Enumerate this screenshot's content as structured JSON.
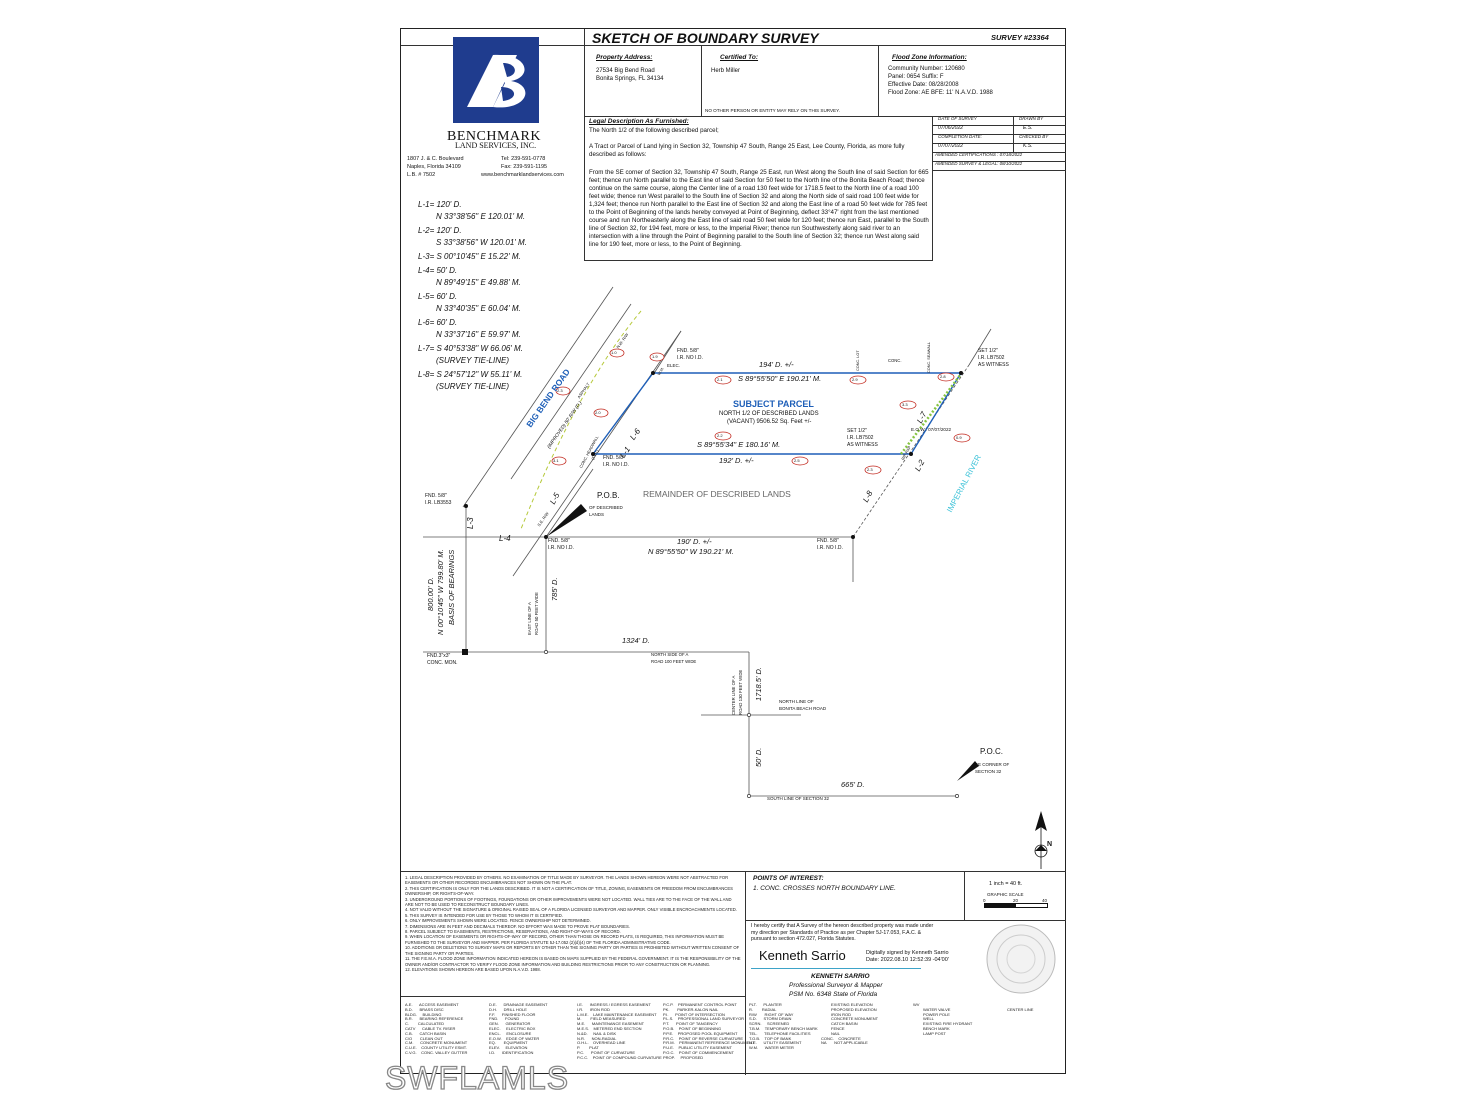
{
  "title": "SKETCH OF BOUNDARY SURVEY",
  "survey_no": "SURVEY #23364",
  "company": {
    "name": "BENCHMARK",
    "sub": "LAND SERVICES, INC.",
    "addr1": "1807 J. & C. Boulevard",
    "addr2": "Naples, Florida 34109",
    "lb": "L.B. # 7502",
    "tel": "Tel: 239-591-0778",
    "fax": "Fax: 239-591-1195",
    "web": "www.benchmarklandservices.com"
  },
  "property": {
    "heading": "Property Address:",
    "line1": "27534 Big Bend Road",
    "line2": "Bonita Springs, FL 34134"
  },
  "certified": {
    "heading": "Certified To:",
    "name": "Herb Miller",
    "note": "NO OTHER PERSON OR ENTITY MAY RELY ON THIS SURVEY."
  },
  "flood": {
    "heading": "Flood Zone Information:",
    "l1": "Community Number: 120680",
    "l2": "Panel: 0654 Suffix: F",
    "l3": "Effective Date: 08/28/2008",
    "l4": "Flood Zone: AE BFE: 11' N.A.V.D. 1988"
  },
  "legal": {
    "heading": "Legal Description As Furnished:",
    "p1": "The North 1/2 of the following described parcel;",
    "p2": "A Tract or Parcel of Land lying in Section 32, Township 47 South, Range 25 East, Lee County, Florida, as more fully described as follows:",
    "p3": "From the SE corner of Section 32, Township 47 South, Range 25 East, run West along the South line of said Section for 665 feet; thence run North parallel to the East line of said Section for 50 feet to the North line of the Bonita Beach Road; thence continue on the same course, along the Center line of a road 130 feet wide for 1718.5 feet to the North line of a road 100 feet wide; thence run West parallel to the South line of Section 32 and along the North side of said road 100 feet wide for 1,324 feet; thence run North parallel to the East line of Section 32 and along the East line of a road 50 feet wide for 785 feet to the Point of Beginning of the lands hereby conveyed at Point of Beginning, deflect 33°47' right from the last mentioned course and run Northeasterly along the East line of said road 50 feet wide for 120 feet; thence run East, parallel to the South line of Section 32, for 194 feet, more or less, to the Imperial River; thence run Southwesterly along said river to an intersection with a line through the Point of Beginning parallel to the South line of Section 32; thence run West along said line for 190 feet, more or less, to the Point of Beginning."
  },
  "dates": {
    "survey_label": "DATE OF SURVEY",
    "survey": "07/06/2022",
    "drawn_label": "DRAWN BY",
    "drawn": "E.S.",
    "completion_label": "COMPLETION DATE:",
    "completion": "07/07/2022",
    "checked_label": "CHECKED BY",
    "checked": "K.S.",
    "amended_cert": "AMENDED CERTIFICATIONS : 07/18/2022",
    "amended_survey": "AMENDED SURVEY & LEGAL: 08/10/2022"
  },
  "lines": [
    {
      "a": "L-1= 120' D.",
      "b": "N 33°38'56\" E 120.01' M."
    },
    {
      "a": "L-2= 120' D.",
      "b": "S 33°38'56\" W 120.01' M."
    },
    {
      "a": "L-3= S 00°10'45\" E 15.22' M.",
      "b": ""
    },
    {
      "a": "L-4= 50' D.",
      "b": "N 89°49'15\" E 49.88' M."
    },
    {
      "a": "L-5= 60' D.",
      "b": "N 33°40'35\" E 60.04' M."
    },
    {
      "a": "L-6= 60' D.",
      "b": "N 33°37'16\" E 59.97' M."
    },
    {
      "a": "L-7= S 40°53'38\" W 66.06' M.",
      "b": "(SURVEY TIE-LINE)"
    },
    {
      "a": "L-8= S 24°57'12\" W 55.11' M.",
      "b": "(SURVEY TIE-LINE)"
    }
  ],
  "sketch": {
    "big_bend": "BIG BEND ROAD",
    "big_bend_sub": "(IMPROVED) 50' R/W (D.)",
    "nw_rw": "N.W. R/W",
    "se_rw": "S.E. R/W",
    "asphalt": "ASPHALT",
    "conc_headwall": "CONC. HEADWALL",
    "typ": "(TYP.)",
    "fnd_top": "FND. 5/8\"",
    "ir_no_id": "I.R. NO I.D.",
    "elec": "ELEC.",
    "wm": "W.M.",
    "d194": "194' D. +/-",
    "m19021": "S 89°55'50\" E 190.21' M.",
    "conc_lot": "CONC. LOT",
    "conc": "CONC.",
    "conc_seawall": "CONC. SEAWALL",
    "set_tr1": "SET 1/2\"",
    "set_tr2": "I.R. LB7502",
    "set_tr3": "AS WITNESS",
    "subject": "SUBJECT PARCEL",
    "subj1": "NORTH 1/2 OF DESCRIBED LANDS",
    "subj2": "(VACANT) 9506.52 Sq. Feet +/-",
    "m18016": "S 89°55'34\" E 180.16' M.",
    "d192": "192' D. +/-",
    "set_mid1": "SET 1/2\"",
    "set_mid2": "I.R. LB7502",
    "set_mid3": "AS WITNESS",
    "eow": "E.O.W.: 07/07/2022",
    "riprap": "RIP-RAP",
    "imperial": "IMPERIAL RIVER",
    "remainder": "REMAINDER OF DESCRIBED LANDS",
    "pob": "P.O.B.",
    "pob_sub1": "OF DESCRIBED",
    "pob_sub2": "LANDS",
    "fnd_ml1": "FND. 5/8\"",
    "fnd_ml2": "I.R. NO I.D.",
    "fnd_l1": "FND. 5/8\"",
    "fnd_l2": "I.R. LB3553",
    "fnd_bl1": "FND. 5/8\"",
    "fnd_bl2": "I.R. NO I.D.",
    "fnd_br1": "FND. 5/8\"",
    "fnd_br2": "I.R. NO I.D.",
    "d190": "190' D. +/-",
    "m190b": "N 89°55'50\" W 190.21' M.",
    "d800": "800.00' D.",
    "m799": "N 00°10'45\" W 799.80' M.",
    "basis": "BASIS OF BEARINGS",
    "d785": "785' D.",
    "east_line1": "EAST LINE OF A",
    "east_line2": "ROAD 50 FEET WIDE",
    "d1324": "1324' D.",
    "north_side1": "NORTH SIDE OF A",
    "north_side2": "ROAD 100 FEET WIDE",
    "fnd_mon1": "FND.3\"x3\"",
    "fnd_mon2": "CONC. MON.",
    "center1": "CENTER LINE OF A",
    "center2": "ROAD 130 FEET WIDE",
    "d17185": "1718.5' D.",
    "bonita1": "NORTH LINE OF",
    "bonita2": "BONITA BEACH ROAD",
    "d50": "50' D.",
    "poc": "P.O.C.",
    "poc1": "SE CORNER OF",
    "poc2": "SECTION 32",
    "d665": "665' D.",
    "south_line": "SOUTH LINE OF SECTION 32",
    "bubbles": [
      "1.0",
      "1.9",
      "2.0",
      "2.1",
      "2.9",
      "2.8",
      "2.3",
      "3.1",
      "2.2",
      "2.5",
      "2.3",
      "3.3",
      "0.9"
    ],
    "l_labels": [
      "L-1",
      "L-2",
      "L-3",
      "L-4",
      "L-5",
      "L-6",
      "L-7",
      "L-8"
    ],
    "north": "N"
  },
  "notes": [
    "1. LEGAL DESCRIPTION PROVIDED BY OTHERS. NO EXAMINATION OF TITLE MADE BY SURVEYOR. THE LANDS SHOWN HEREON WERE NOT ABSTRACTED FOR EASEMENTS OR OTHER RECORDED ENCUMBRANCES NOT SHOWN ON THE PLAT.",
    "2. THIS CERTIFICATION IS ONLY FOR THE LANDS DESCRIBED. IT IS NOT A CERTIFICATION OF TITLE, ZONING, EASEMENTS OR FREEDOM FROM ENCUMBRANCES OWNERSHIP, OR RIGHTS-OF-WAY.",
    "3. UNDERGROUND PORTIONS OF FOOTINGS, FOUNDATIONS OR OTHER IMPROVEMENTS WERE NOT LOCATED. WALL TIES ARE TO THE FACE OF THE WALL AND ARE NOT TO BE USED TO RECONSTRUCT BOUNDARY LINES.",
    "4. NOT VALID WITHOUT THE SIGNATURE & ORIGINAL RAISED SEAL OF A FLORIDA LICENSED SURVEYOR AND MAPPER. ONLY VISIBLE ENCROACHMENTS LOCATED.",
    "5. THIS SURVEY IS INTENDED FOR USE BY THOSE TO WHOM IT IS CERTIFIED.",
    "6. ONLY IMPROVEMENTS SHOWN WERE LOCATED. FENCE OWNERSHIP NOT DETERMINED.",
    "7. DIMENSIONS ARE IN FEET AND DECIMALS THEREOF. NO EFFORT WAS MADE TO PROVE PLAT BOUNDARIES.",
    "8. PARCEL SUBJECT TO EASEMENTS, RESTRICTIONS, RESERVATIONS, AND RIGHT-OF-WAYS OF RECORD.",
    "9. WHEN LOCATION OF EASEMENTS OR RIGHTS-OF-WAY OF RECORD, OTHER THAN THOSE ON RECORD PLATS, IS REQUIRED, THIS INFORMATION MUST BE FURNISHED TO THE SURVEYOR AND MAPPER. PER FLORIDA STATUTE 5J-17.052 (2)(d)(4) OF THE FLORIDA ADMINISTRATIVE CODE.",
    "10. ADDITIONS OR DELETIONS TO SURVEY MAPS OR REPORTS BY OTHER THAN THE SIGNING PARTY OR PARTIES IS PROHIBITED WITHOUT WRITTEN CONSENT OF THE SIGNING PARTY OR PARTIES.",
    "11. THE F.E.M.A. FLOOD ZONE INFORMATION INDICATED HEREON IS BASED ON MAPS SUPPLIED BY THE FEDERAL GOVERNMENT. IT IS THE RESPONSIBILITY OF THE OWNER AND/OR CONTRACTOR TO VERIFY FLOOD ZONE INFORMATION AND BUILDING RESTRICTIONS PRIOR TO ANY CONSTRUCTION OR PLANNING.",
    "12. ELEVATIONS SHOWN HEREON ARE BASED UPON N.A.V.D. 1988."
  ],
  "poi": {
    "heading": "POINTS OF INTEREST:",
    "item": "1. CONC. CROSSES NORTH BOUNDARY LINE."
  },
  "scale": {
    "label": "1 inch = 40 ft.",
    "graphic": "GRAPHIC SCALE",
    "t0": "0",
    "t20": "20",
    "t40": "40"
  },
  "cert": {
    "text": "I hereby certify that A Survey of the hereon described property was made under my direction per Standards of Practice as per Chapter 5J-17.053, F.A.C. & pursuant to section 472.027, Florida Statutes.",
    "sig": "Kenneth Sarrio",
    "dig1": "Digitally signed by Kenneth Sarrio",
    "dig2": "Date: 2022.08.10 12:52:39 -04'00'",
    "name": "KENNETH SARRIO",
    "title": "Professional Surveyor & Mapper",
    "psm": "PSM No. 6348 State of Florida"
  },
  "abbrev": {
    "col1": "A.E.      ACCESS EASEMENT\nB.D.      BRASS DISC\nBLDG.     BUILDING\nB.R.      BEARING REFERENCE\nC.        CALCULATED\nCATV      CABLE TV. RISER\nC.B.      CATCH BASIN\nC/O       CLEAN OUT\nC.M.      CONCRETE MONUMENT\nC.U.E.    COUNTY UTILITY ESMT.\nC.V.G.    CONC. VALLEY GUTTER",
    "col2": "D.E.      DRAINAGE EASEMENT\nD.H.      DRILL HOLE\nF.F.      FINISHED FLOOR\nFND.      FOUND\nGEN.      GENERATOR\nELEC.     ELECTRIC BOX\nENCL.     ENCLOSURE\nE.O.W.    EDGE OF WATER\nEQ.       EQUIPMENT\nELEV.     ELEVATION\nI.D.      IDENTIFICATION",
    "col3": "I.E.      INGRESS / EGRESS EASEMENT\nI.R.      IRON ROD\nL.M.E.    LAKE MAINTENANCE EASEMENT\nM.        FIELD MEASURED\nM.E.      MAINTENANCE EASEMENT\nM.E.S.    METERED END SECTION\nN.&D.     NAIL & DISK\nN.R.      NON-RADIAL\nO.H.L.    OVERHEAD LINE\nP.        PLAT\nP.C.      POINT OF CURVATURE\nP.C.C.    POINT OF COMPOUND CURVATURE",
    "col4": "P.C.P.    PERMANENT CONTROL POINT\nPK.       PARKER-KALON NAIL\nP.I.      POINT OF INTERSECTION\nP.L.S.    PROFESSIONAL LAND SURVEYOR\nP.T.      POINT OF TANGENCY\nP.O.B.    POINT OF BEGINNING\nP.P.E.    PROPOSED POOL EQUIPMENT\nP.R.C.    POINT OF REVERSE CURVATURE\nP.R.M.    PERMANENT REFERENCE MONUMENT\nP.U.E.    PUBLIC UTILITY EASEMENT\nP.O.C.    POINT OF COMMENCEMENT\nPROP.     PROPOSED",
    "col5": "PLT.      PLANTER\nR.        RADIAL\nR/W       RIGHT OF WAY\nS.D.      STORM DRAIN\nSCRN.     SCREENED\nT.B.M.    TEMPORARY BENCH MARK\nTEL.      TELEPHONE FACILITIES\nT.O.B.    TOP OF BANK\nU.E.      UTILITY EASEMENT\nW.M.      WATER METER",
    "col6": "         EXISTING ELEVATION\n         PROPOSED ELEVATION\n         IRON ROD\n         CONCRETE MONUMENT\n         CATCH BASIN\n         FENCE\n         NAIL\nCONC.    CONCRETE\nNA       NOT APPLICABLE",
    "col7": "WV\n         WATER VALVE\n         POWER POLE\n         WELL\n         EXISTING FIRE HYDRANT\n         BENCH MARK\n         LAMP POST",
    "col8": "CENTER LINE"
  },
  "watermark": "SWFLAMLS"
}
